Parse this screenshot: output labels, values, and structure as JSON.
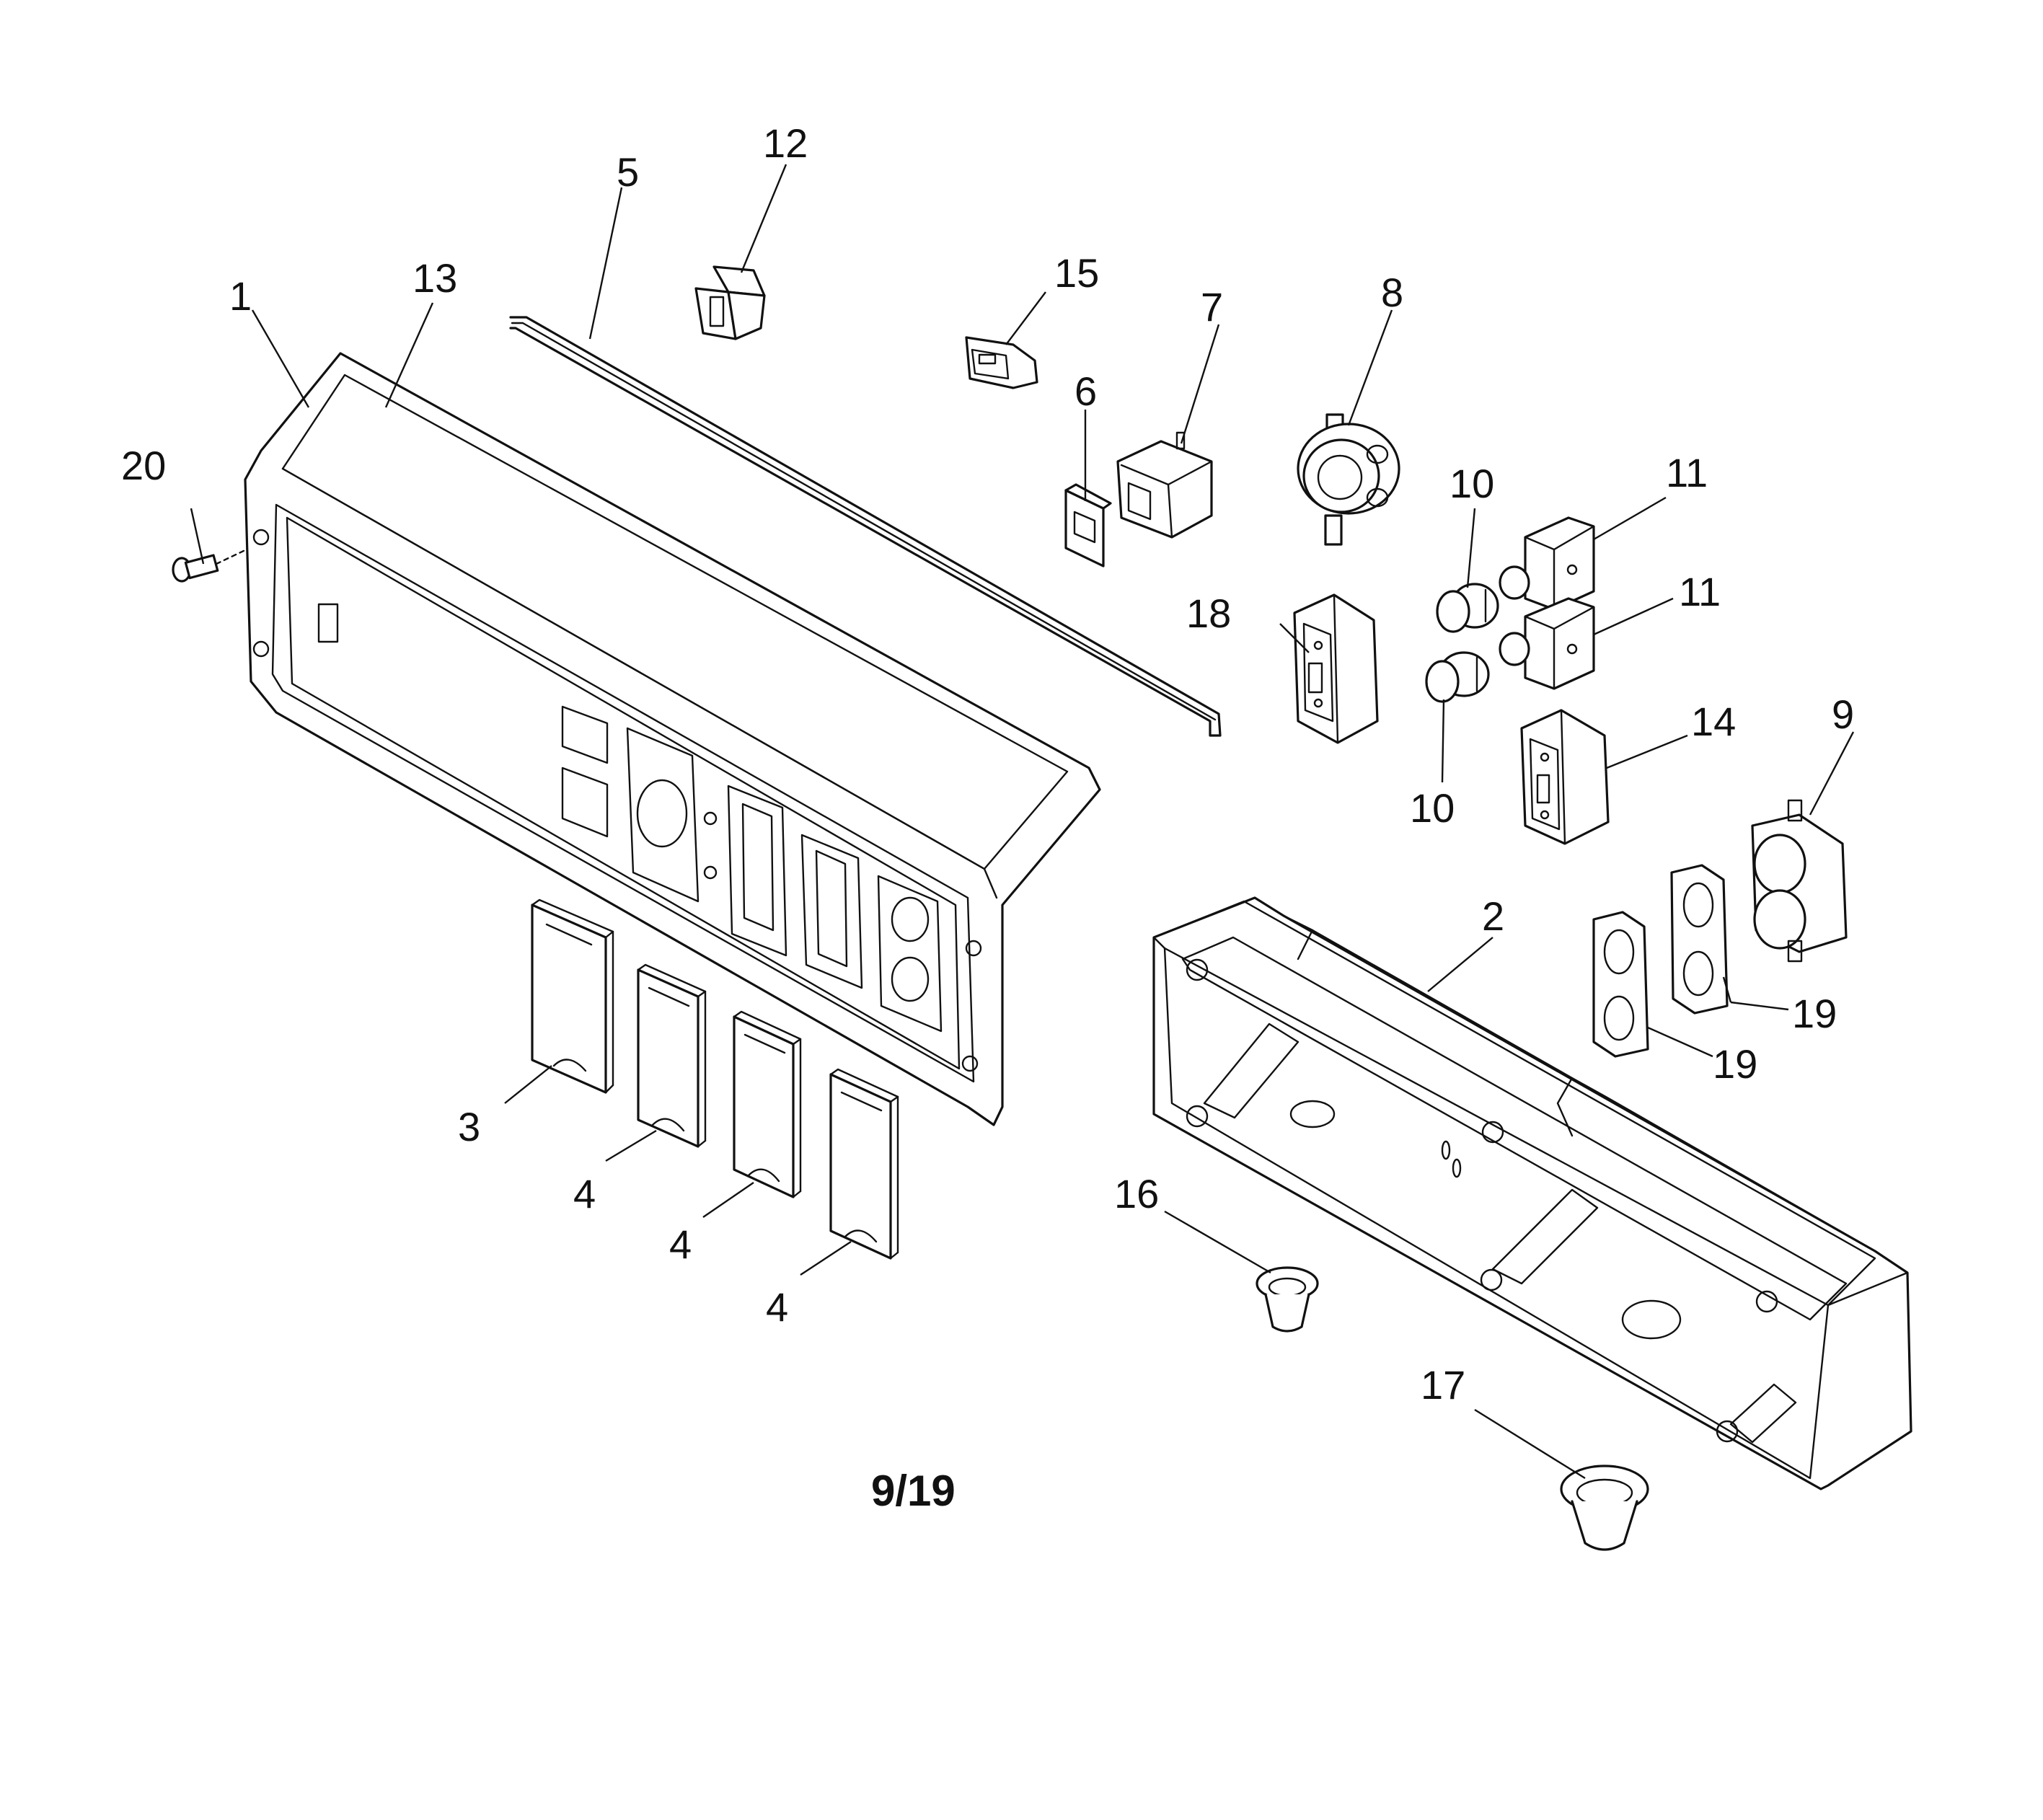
{
  "diagram": {
    "page_label": "9/19",
    "callouts": {
      "c1": "1",
      "c2": "2",
      "c3": "3",
      "c4a": "4",
      "c4b": "4",
      "c4c": "4",
      "c5": "5",
      "c6": "6",
      "c7": "7",
      "c8": "8",
      "c9": "9",
      "c10a": "10",
      "c10b": "10",
      "c11a": "11",
      "c11b": "11",
      "c12": "12",
      "c13": "13",
      "c14": "14",
      "c15": "15",
      "c16": "16",
      "c17": "17",
      "c18": "18",
      "c19a": "19",
      "c19b": "19",
      "c20": "20"
    }
  }
}
